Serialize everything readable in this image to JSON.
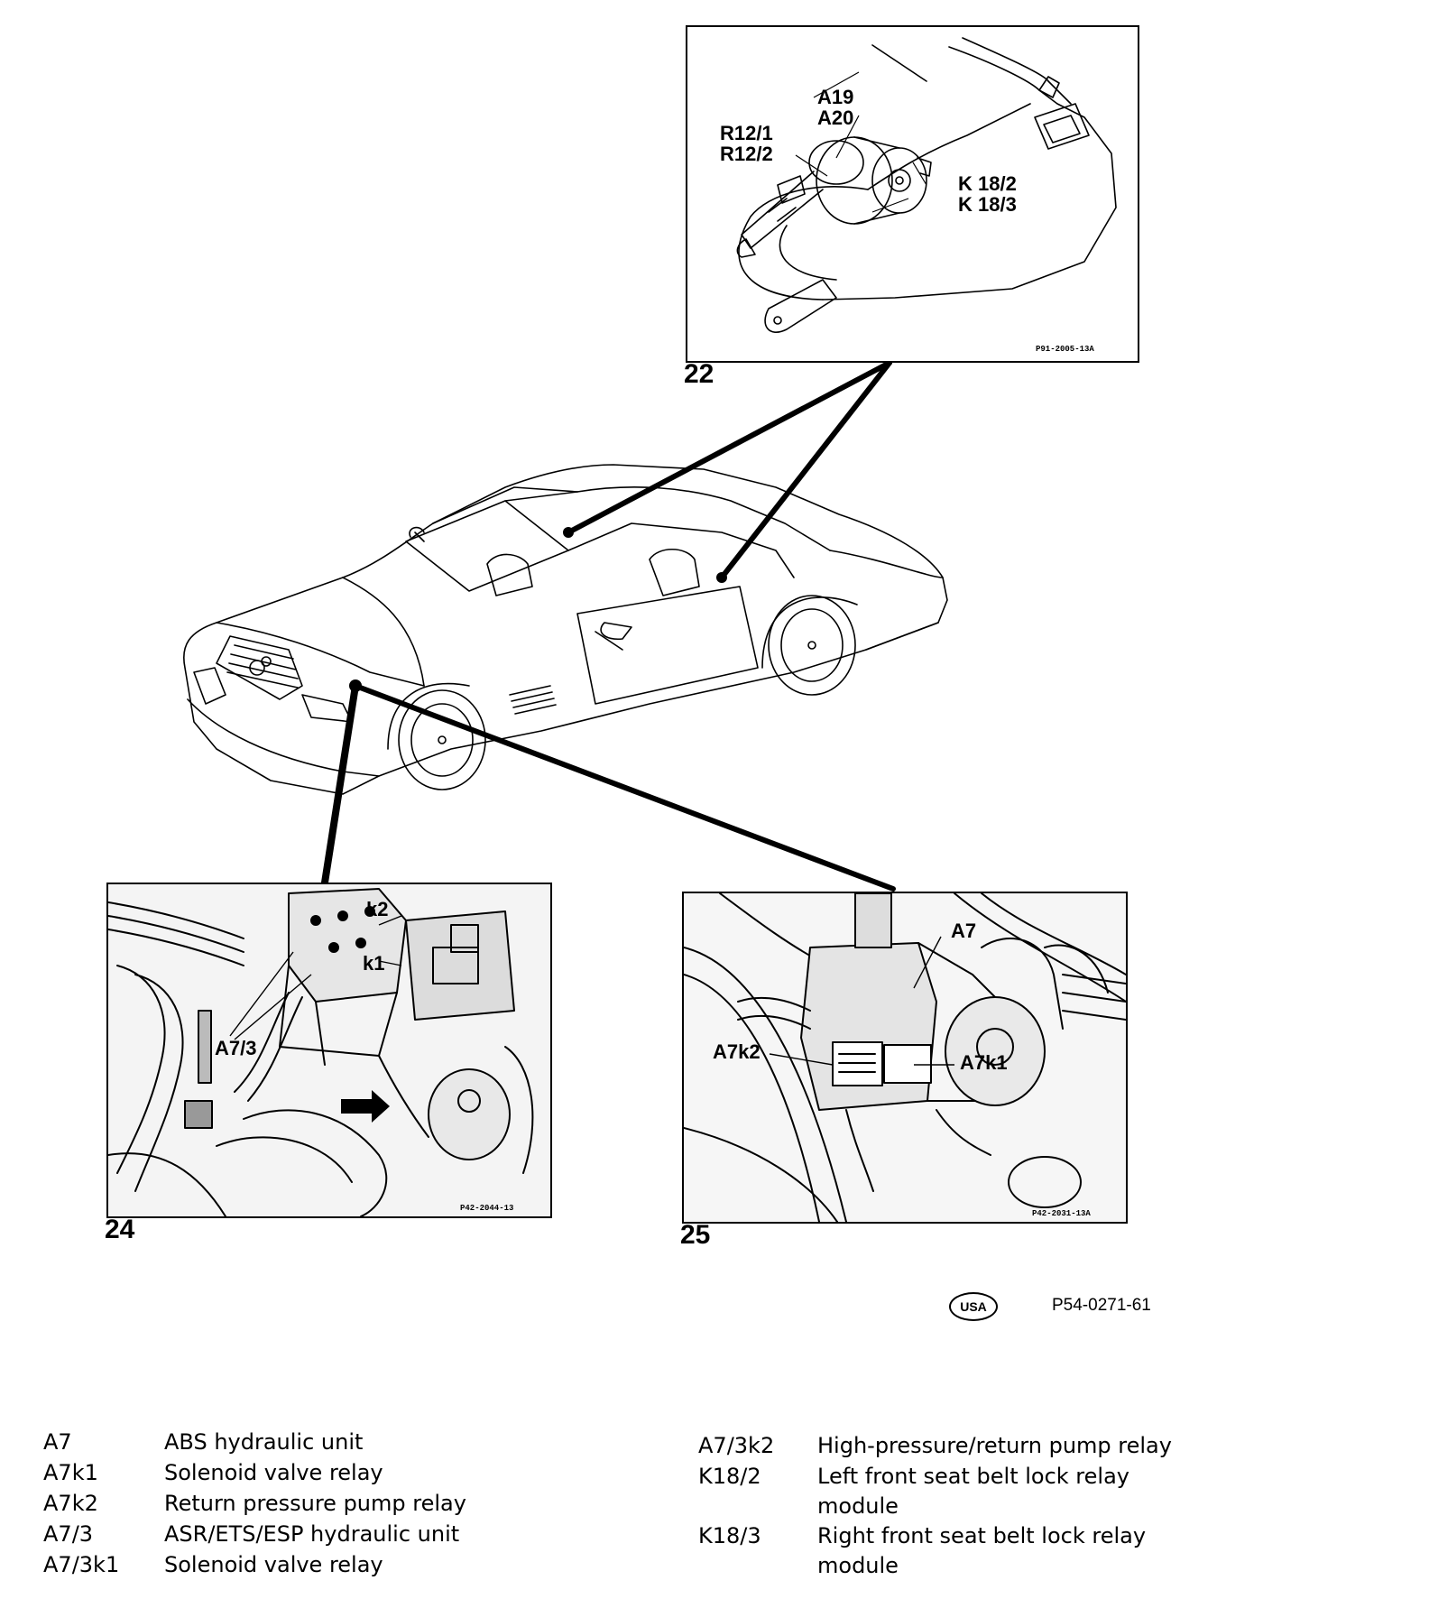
{
  "figures": {
    "fig22": {
      "number": "22",
      "ref": "P91-2005-13A",
      "callouts": [
        "A19\nA20",
        "R12/1\nR12/2",
        "K 18/2\nK 18/3"
      ]
    },
    "fig24": {
      "number": "24",
      "ref": "P42-2044-13",
      "callouts": [
        "k2",
        "k1",
        "A7/3"
      ]
    },
    "fig25": {
      "number": "25",
      "ref": "P42-2031-13A",
      "callouts": [
        "A7",
        "A7k2",
        "A7k1"
      ]
    }
  },
  "stamp": {
    "badge": "USA",
    "doc_ref": "P54-0271-61"
  },
  "legend": {
    "left": [
      {
        "code": "A7",
        "desc": "ABS hydraulic unit"
      },
      {
        "code": "A7k1",
        "desc": "Solenoid valve relay"
      },
      {
        "code": "A7k2",
        "desc": "Return pressure pump relay"
      },
      {
        "code": "A7/3",
        "desc": "ASR/ETS/ESP hydraulic unit"
      },
      {
        "code": "A7/3k1",
        "desc": "Solenoid valve relay"
      }
    ],
    "right": [
      {
        "code": "A7/3k2",
        "desc": "High-pressure/return pump relay"
      },
      {
        "code": "K18/2",
        "desc": "Left front seat belt lock relay\nmodule"
      },
      {
        "code": "K18/3",
        "desc": "Right front seat belt lock relay\nmodule"
      }
    ]
  }
}
